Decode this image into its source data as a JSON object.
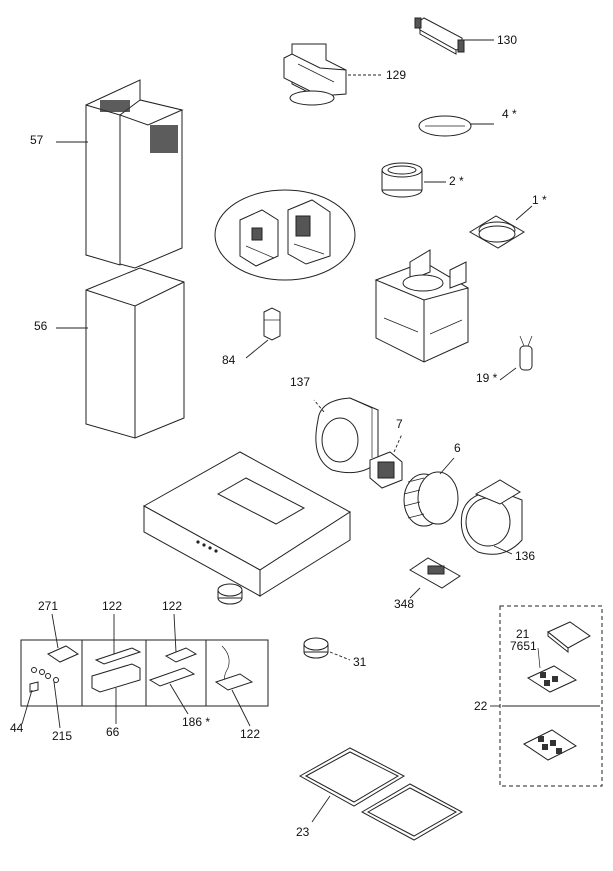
{
  "labels": {
    "p130": "130",
    "p129": "129",
    "p4": "4 *",
    "p57": "57",
    "p2": "2 *",
    "p1": "1 *",
    "p56": "56",
    "p84": "84",
    "p19": "19 *",
    "p137": "137",
    "p7": "7",
    "p6": "6",
    "p136": "136",
    "p348": "348",
    "p271": "271",
    "p122a": "122",
    "p122b": "122",
    "p31": "31",
    "p21": "21",
    "p7651": "7651",
    "p22": "22",
    "p44": "44",
    "p215": "215",
    "p66": "66",
    "p186": "186 *",
    "p122c": "122",
    "p23": "23"
  }
}
